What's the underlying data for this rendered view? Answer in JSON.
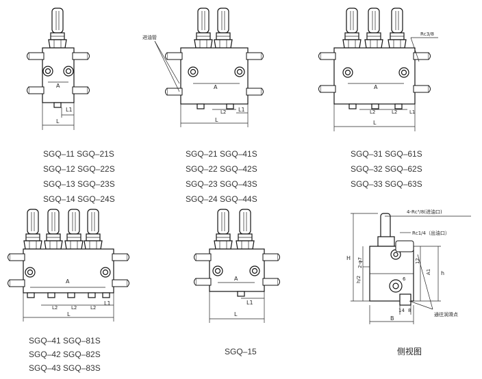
{
  "labels": {
    "a": "A",
    "l": "L",
    "l1": "L1",
    "l2": "L2",
    "inlet_pipe": "进油管",
    "rc38": "Rc3/8",
    "inlet_4rc": "4-Rc³/8(进油口)",
    "outlet_rc14": "Rc1/4（出油口）",
    "lube_point": "通往润滑点",
    "phi7": "2-φ7",
    "h_cap": "H",
    "h_low": "h",
    "h2": "h/2",
    "a1": "A1",
    "d12": "12",
    "d6": "6",
    "b": "B",
    "d14": "14",
    "d8": "8",
    "side_view": "侧视图"
  },
  "groups": {
    "g1": [
      "SGQ–11  SGQ–21S",
      "SGQ–12  SGQ–22S",
      "SGQ–13  SGQ–23S",
      "SGQ–14  SGQ–24S"
    ],
    "g2": [
      "SGQ–21  SGQ–41S",
      "SGQ–22  SGQ–42S",
      "SGQ–23  SGQ–43S",
      "SGQ–24  SGQ–44S"
    ],
    "g3": [
      "SGQ–31  SGQ–61S",
      "SGQ–32  SGQ–62S",
      "SGQ–33  SGQ–63S"
    ],
    "g4": [
      "SGQ–41  SGQ–81S",
      "SGQ–42  SGQ–82S",
      "SGQ–43  SGQ–83S"
    ],
    "g5": "SGQ–15"
  }
}
